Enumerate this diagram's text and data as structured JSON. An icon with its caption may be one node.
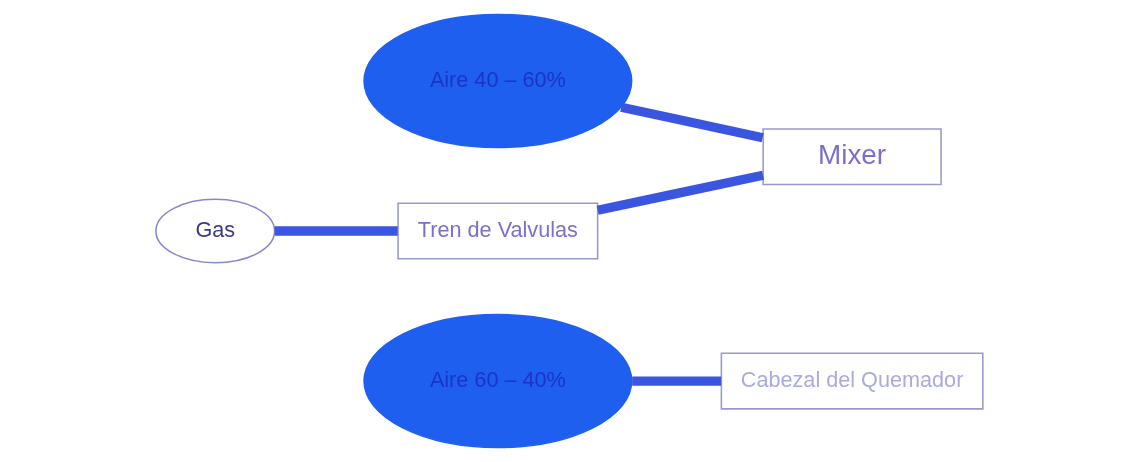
{
  "diagram": {
    "nodes": [
      {
        "text": [
          "Aire 60 – 40%"
        ]
      },
      {
        "text": [
          "Aire 40 – 60%"
        ]
      },
      {
        "text": [
          "Gas"
        ]
      },
      {
        "text": [
          "Tren de Valvulas"
        ]
      },
      {
        "text": [
          "Mixer"
        ]
      },
      {
        "text": [
          "Cabezal del Quemador"
        ]
      }
    ],
    "edges": [
      {
        "from": 0,
        "to": 5,
        "arrow": "none"
      },
      {
        "from": 1,
        "to": 4,
        "arrow": "none"
      },
      {
        "from": 2,
        "to": 3,
        "arrow": "none"
      },
      {
        "from": 3,
        "to": 4,
        "arrow": "none"
      }
    ]
  }
}
